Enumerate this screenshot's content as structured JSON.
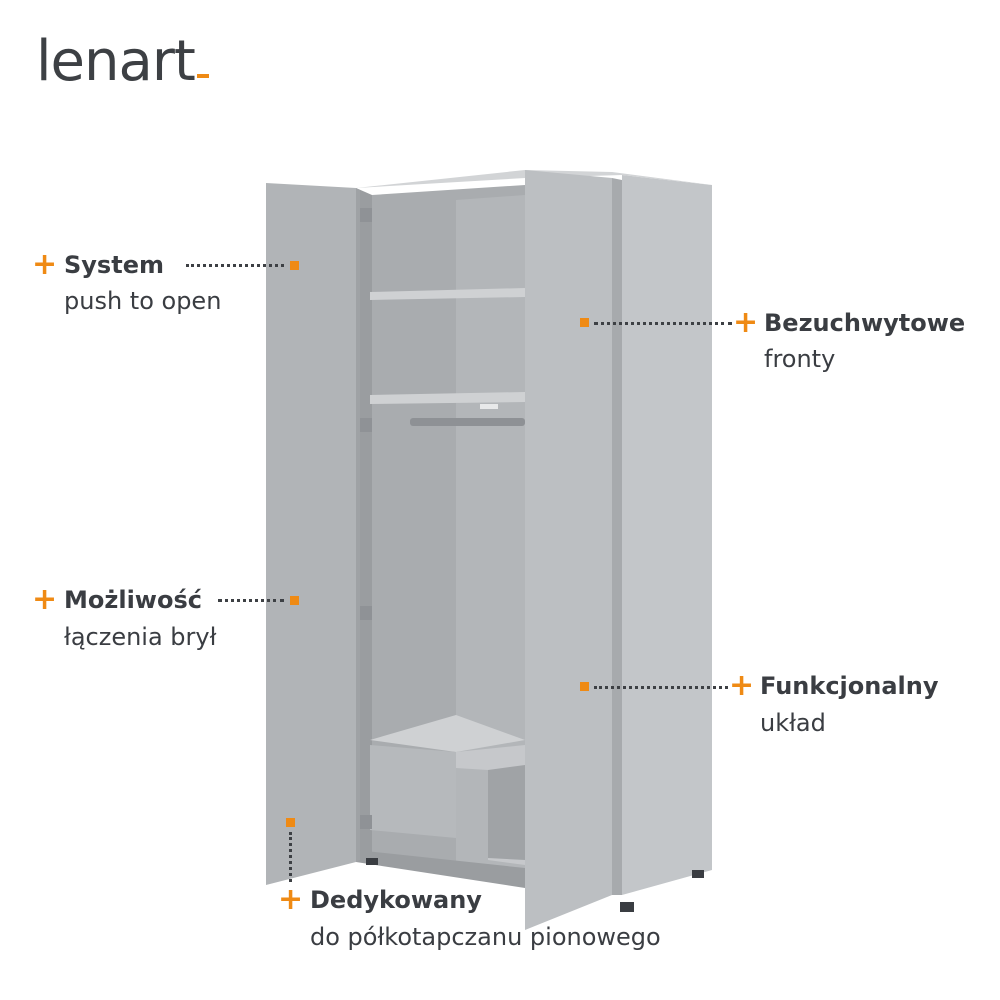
{
  "brand": {
    "logo_text": "lenart"
  },
  "colors": {
    "accent": "#ef8a14",
    "text": "#3a3d42",
    "cabinet": "#b9bcbf"
  },
  "callouts": [
    {
      "id": "system",
      "title": "System",
      "subtitle": "push to open",
      "icon": "plus-icon"
    },
    {
      "id": "bezuchwytowe",
      "title": "Bezuchwytowe",
      "subtitle": "fronty",
      "icon": "plus-icon"
    },
    {
      "id": "mozliwosc",
      "title": "Możliwość",
      "subtitle": "łączenia brył",
      "icon": "plus-icon"
    },
    {
      "id": "funkcjonalny",
      "title": "Funkcjonalny",
      "subtitle": "układ",
      "icon": "plus-icon"
    },
    {
      "id": "dedykowany",
      "title": "Dedykowany",
      "subtitle": "do półkotapczanu pionowego",
      "icon": "plus-icon"
    }
  ],
  "plus_glyph": "+"
}
